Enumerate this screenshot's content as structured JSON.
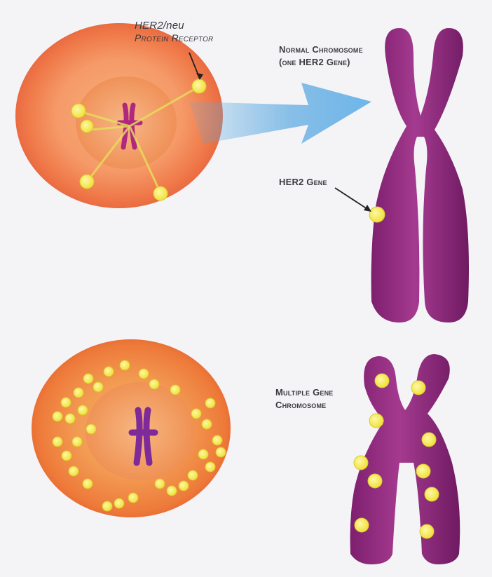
{
  "labels": {
    "receptor_line1": "HER2/neu",
    "receptor_line2": "Protein Receptor",
    "normal_line1": "Normal Chromosome",
    "normal_line2": "(one HER2 Gene)",
    "gene_label": "HER2 Gene",
    "multiple_line1": "Multiple Gene",
    "multiple_line2": "Chromosome"
  },
  "colors": {
    "background": "#f4f4f7",
    "cell_outer": "#f07a4a",
    "cell_nucleus": "#f09a55",
    "chromosome": "#9b2b86",
    "gene_dot": "#f3e84a",
    "arrow": "#5aa8e0",
    "label_text": "#3a3a3f"
  }
}
